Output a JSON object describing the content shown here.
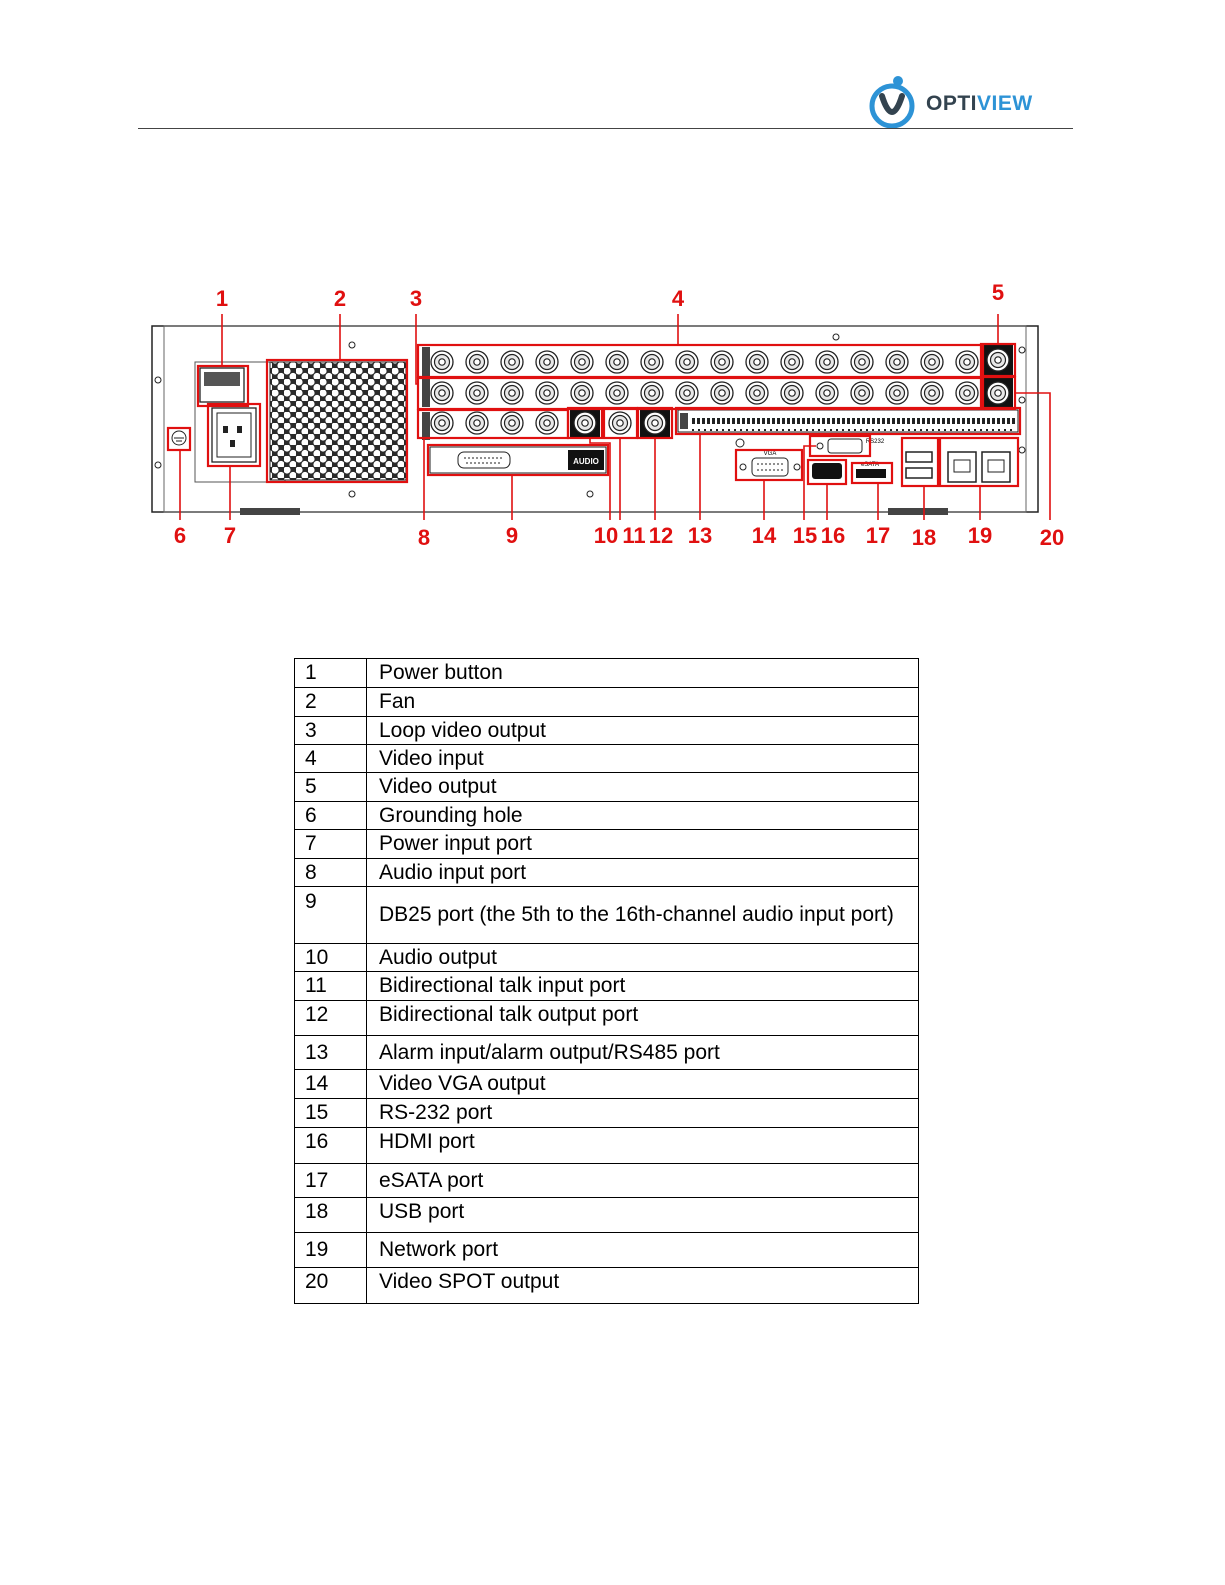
{
  "header": {
    "logo_text_part1": "OPTI",
    "logo_text_part2": "VIEW",
    "brand_colors": {
      "dark": "#33434f",
      "blue": "#2d93d6"
    }
  },
  "diagram": {
    "callouts": [
      "1",
      "2",
      "3",
      "4",
      "5",
      "6",
      "7",
      "8",
      "9",
      "10",
      "11",
      "12",
      "13",
      "14",
      "15",
      "16",
      "17",
      "18",
      "19",
      "20"
    ],
    "panel_labels": {
      "audio": "AUDIO",
      "vga": "VGA",
      "rs232": "RS232",
      "esata": "eSATA"
    },
    "highlight_color": "#e01010"
  },
  "ports_table": {
    "rows": [
      {
        "num": "1",
        "desc": "Power button"
      },
      {
        "num": "2",
        "desc": "Fan"
      },
      {
        "num": "3",
        "desc": "Loop video output"
      },
      {
        "num": "4",
        "desc": "Video input"
      },
      {
        "num": "5",
        "desc": "Video output"
      },
      {
        "num": "6",
        "desc": "Grounding hole"
      },
      {
        "num": "7",
        "desc": "Power input port"
      },
      {
        "num": "8",
        "desc": "Audio input port"
      },
      {
        "num": "9",
        "desc": "DB25 port (the 5th to the 16th-channel audio input port)"
      },
      {
        "num": "10",
        "desc": "Audio output"
      },
      {
        "num": "11",
        "desc": "Bidirectional talk input port"
      },
      {
        "num": "12",
        "desc": "Bidirectional talk output port"
      },
      {
        "num": "13",
        "desc": "Alarm input/alarm output/RS485 port"
      },
      {
        "num": "14",
        "desc": "Video VGA output"
      },
      {
        "num": "15",
        "desc": "RS-232 port"
      },
      {
        "num": "16",
        "desc": "HDMI port"
      },
      {
        "num": "17",
        "desc": "eSATA port"
      },
      {
        "num": "18",
        "desc": "USB port"
      },
      {
        "num": "19",
        "desc": "Network port"
      },
      {
        "num": "20",
        "desc": "Video SPOT output"
      }
    ]
  }
}
